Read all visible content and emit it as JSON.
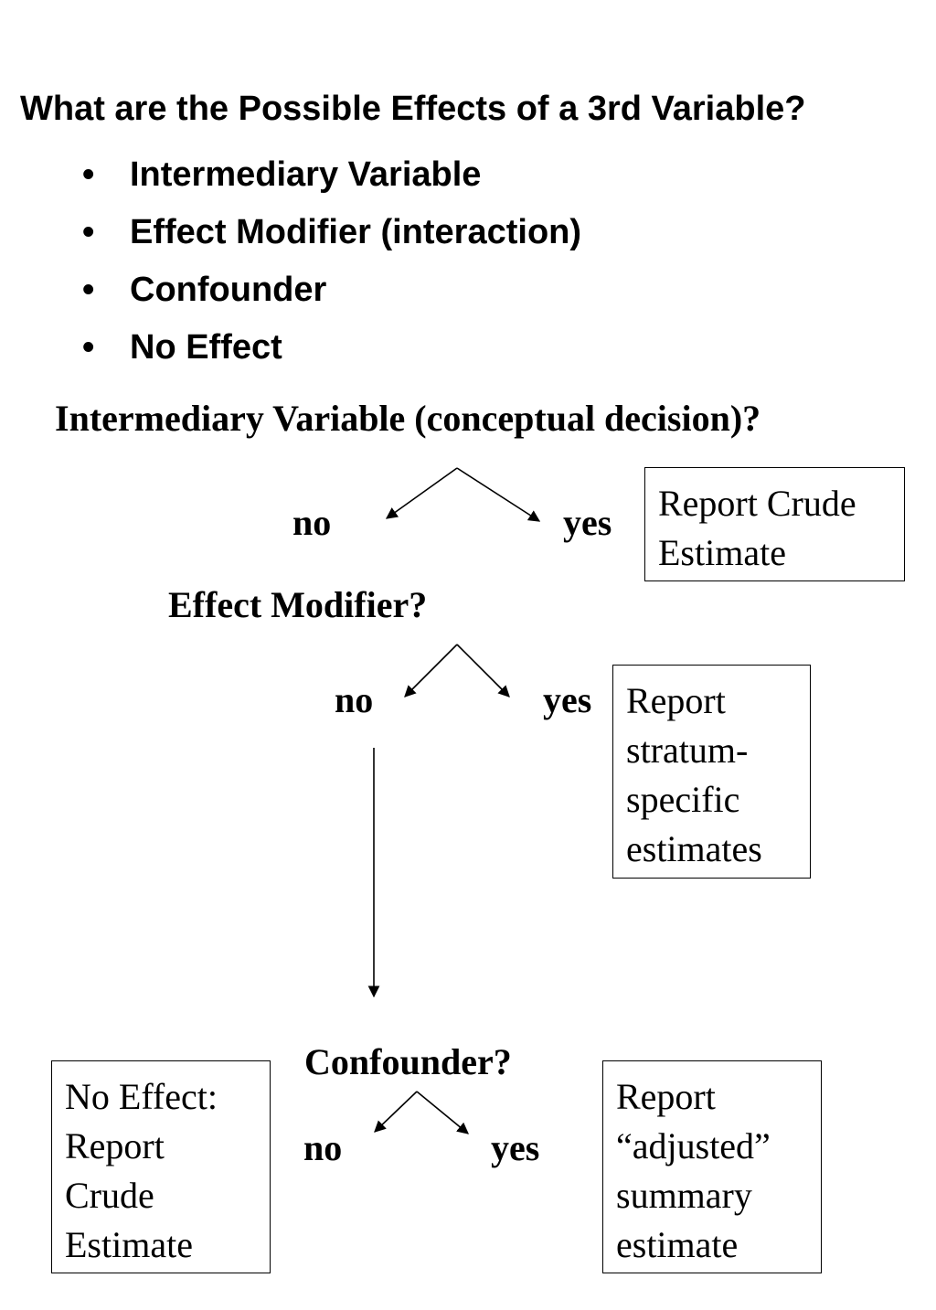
{
  "title": "What are the Possible Effects of a 3rd Variable?",
  "bullets": [
    "Intermediary Variable",
    "Effect Modifier (interaction)",
    "Confounder",
    "No Effect"
  ],
  "bullet_marker": "•",
  "questions": {
    "intermediary": "Intermediary Variable (conceptual decision)?",
    "effect_modifier": "Effect Modifier?",
    "confounder": "Confounder?"
  },
  "labels": {
    "no": "no",
    "yes": "yes"
  },
  "boxes": {
    "report_crude": "Report Crude\nEstimate",
    "report_stratum": "Report\nstratum-\nspecific\nestimates",
    "no_effect": "No Effect:\nReport\nCrude\nEstimate",
    "report_adjusted": "Report\n“adjusted”\nsummary\nestimate"
  }
}
